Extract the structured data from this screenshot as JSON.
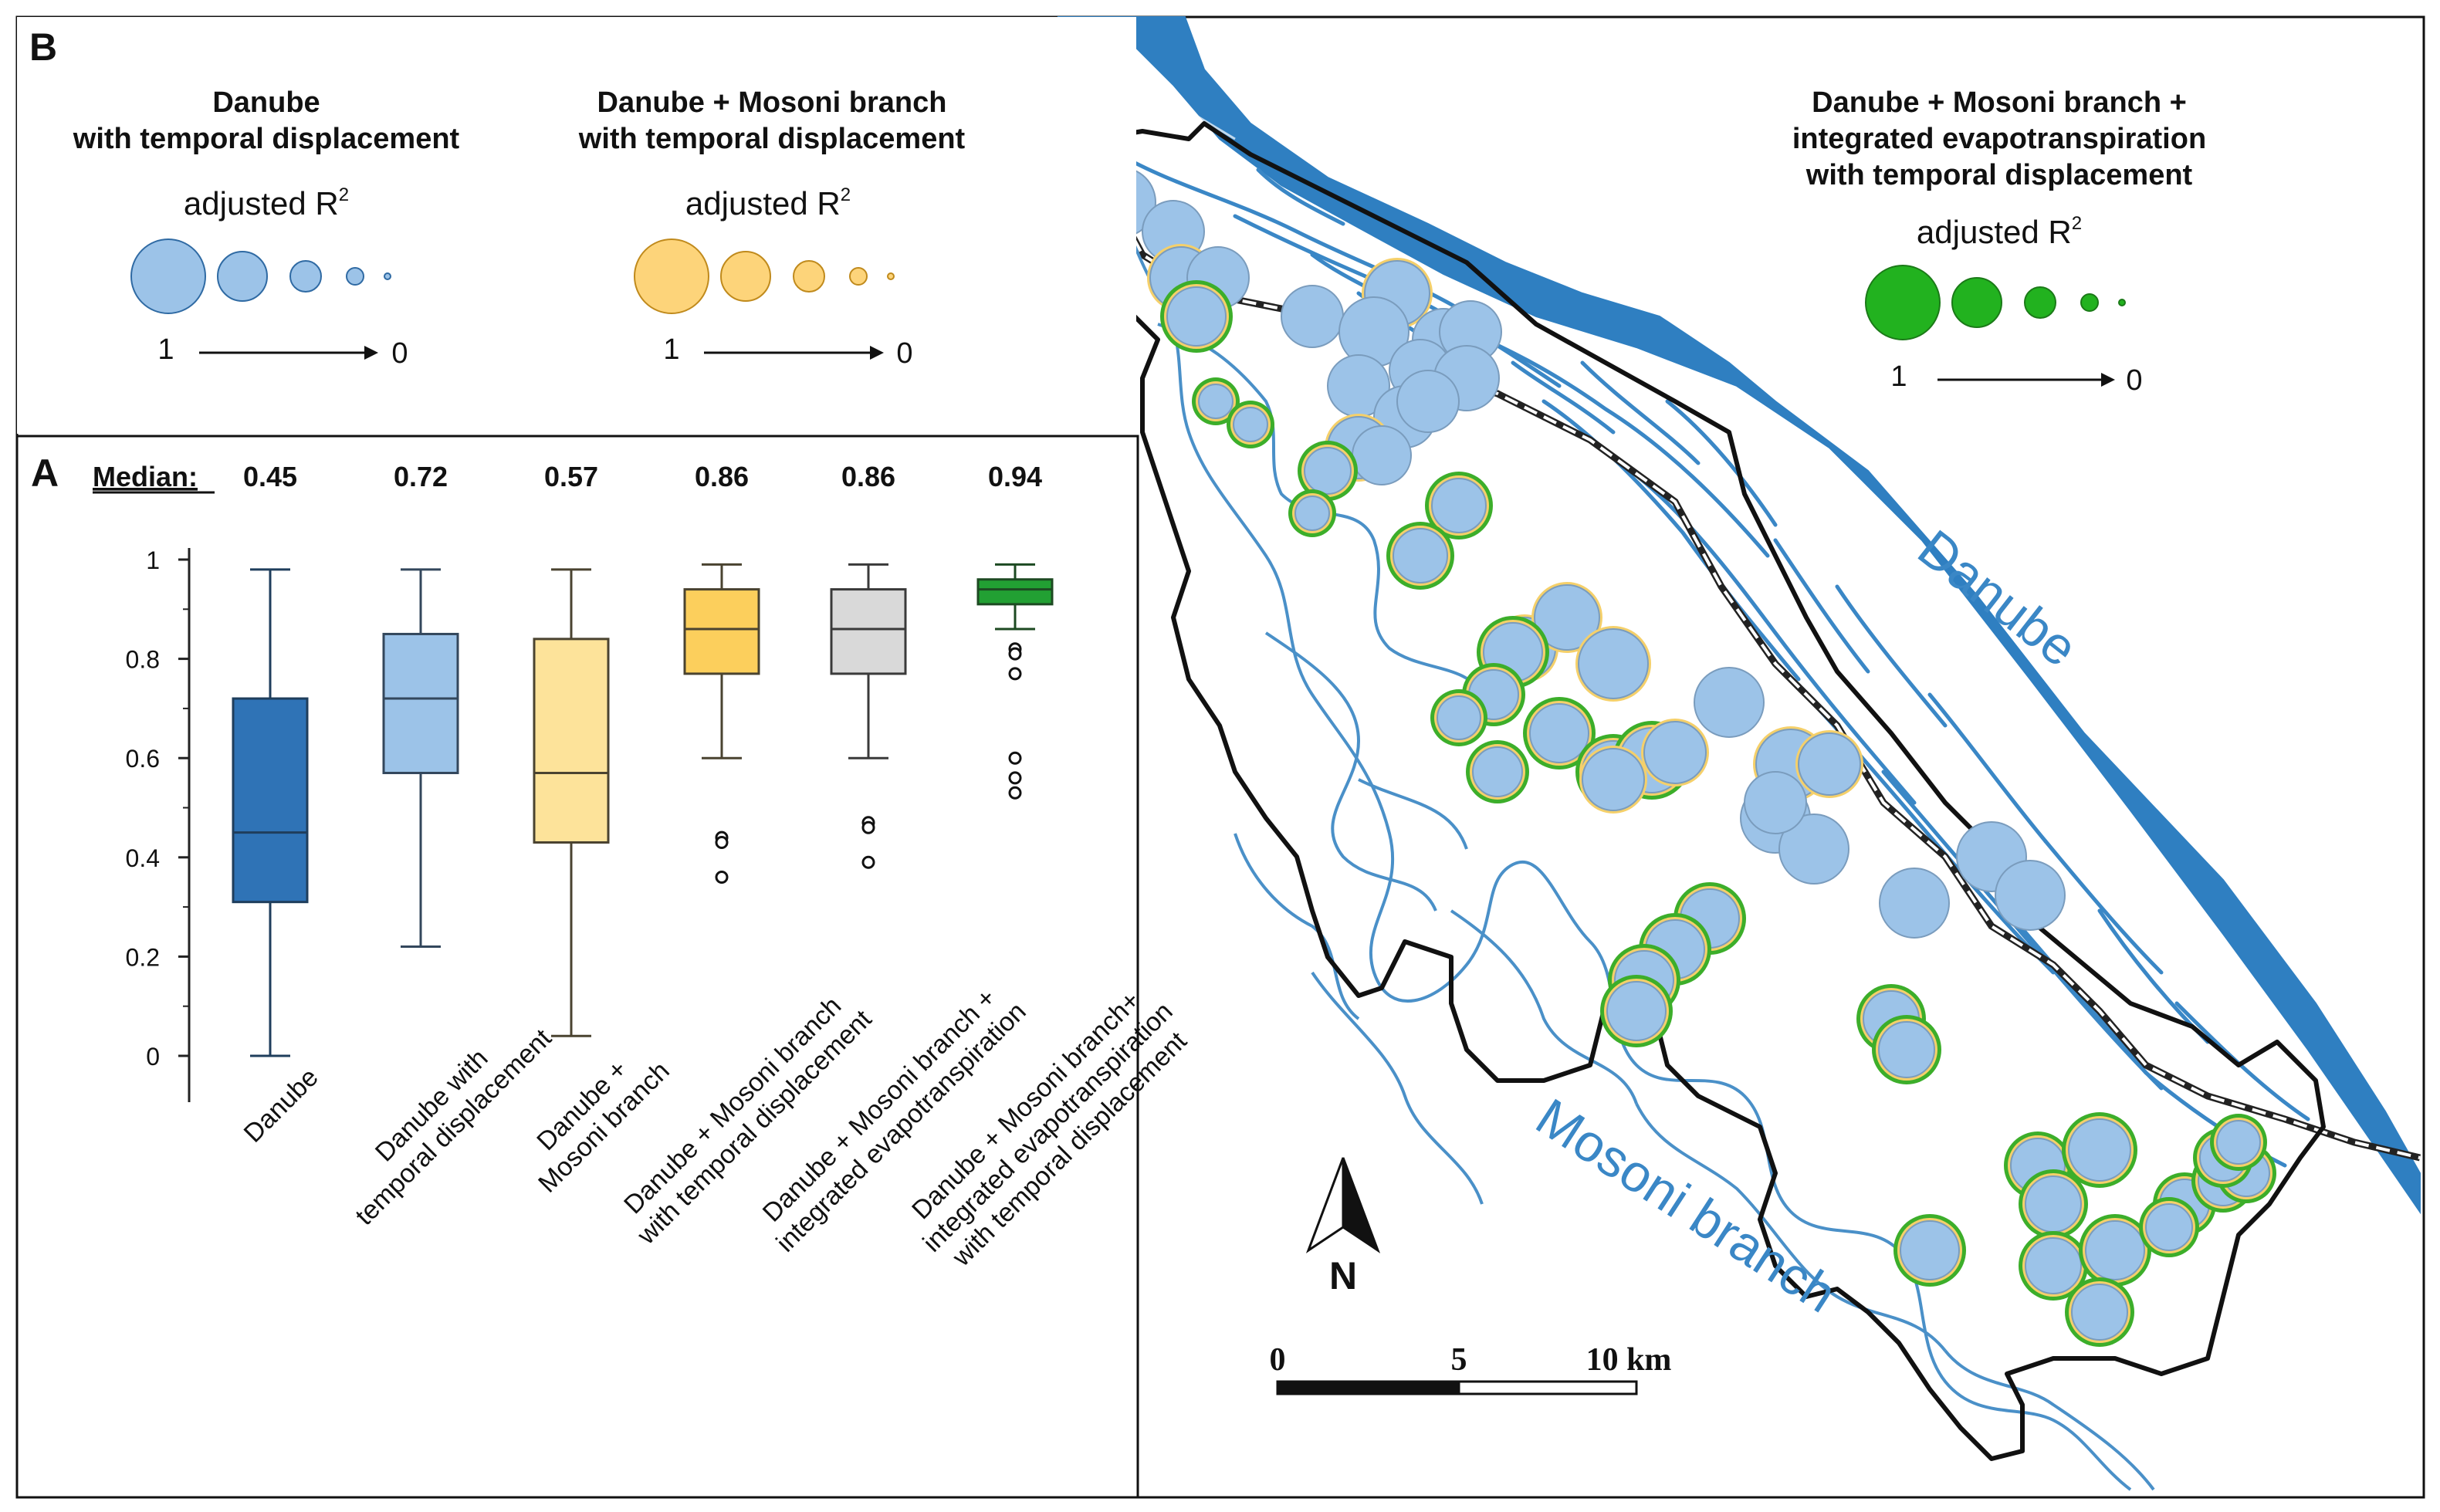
{
  "panel_b": {
    "label": "B",
    "legend_size_title": "adjusted R",
    "legend_size_sup": "2",
    "scale_from": "1",
    "scale_to": "0",
    "groups": [
      {
        "title_line1": "Danube",
        "title_line2": "with temporal displacement",
        "color": "#9cc3e8",
        "stroke": "#2f6aa3"
      },
      {
        "title_line1": "Danube + Mosoni branch",
        "title_line2": "with temporal displacement",
        "color": "#fdd47a",
        "stroke": "#c08a1c"
      },
      {
        "title_line1": "Danube + Mosoni branch +",
        "title_line2": "integrated evapotranspiration",
        "title_line3": "with temporal displacement",
        "color": "#22b21f",
        "stroke": "#1b7a18"
      }
    ]
  },
  "map": {
    "river_label_main": "Danube",
    "river_label_branch": "Mosoni branch",
    "north_label": "N",
    "scale_labels": [
      "0",
      "5",
      "10 km"
    ],
    "colors": {
      "river": "#2f7fc1",
      "river_line": "#4a90c8",
      "boundary": "#111111",
      "well_fill": "#9cc3e8",
      "well_outline_yellow": "#f5d06a",
      "well_outline_green": "#3cae2a"
    }
  },
  "chart_data": {
    "type": "box",
    "panel_label": "A",
    "median_label": "Median:",
    "ylim": [
      0,
      1
    ],
    "yticks": [
      "0",
      "0.2",
      "0.4",
      "0.6",
      "0.8",
      "1"
    ],
    "categories": [
      {
        "label": [
          "Danube"
        ],
        "median_text": "0.45",
        "whisker_low": 0.0,
        "q1": 0.31,
        "median": 0.45,
        "q3": 0.72,
        "whisker_high": 0.98,
        "outliers": [],
        "fill": "#2f73b6",
        "stroke": "#1f3e5c"
      },
      {
        "label": [
          "Danube with",
          "temporal displacement"
        ],
        "median_text": "0.72",
        "whisker_low": 0.22,
        "q1": 0.57,
        "median": 0.72,
        "q3": 0.85,
        "whisker_high": 0.98,
        "outliers": [],
        "fill": "#9cc3e8",
        "stroke": "#33475c"
      },
      {
        "label": [
          "Danube +",
          "Mosoni branch"
        ],
        "median_text": "0.57",
        "whisker_low": 0.04,
        "q1": 0.43,
        "median": 0.57,
        "q3": 0.84,
        "whisker_high": 0.98,
        "outliers": [],
        "fill": "#fde39a",
        "stroke": "#4a4330"
      },
      {
        "label": [
          "Danube + Mosoni branch",
          "with temporal displacement"
        ],
        "median_text": "0.86",
        "whisker_low": 0.6,
        "q1": 0.77,
        "median": 0.86,
        "q3": 0.94,
        "whisker_high": 0.99,
        "outliers": [
          0.44,
          0.43,
          0.36
        ],
        "fill": "#fccf5c",
        "stroke": "#4a4330"
      },
      {
        "label": [
          "Danube + Mosoni branch +",
          "integrated evapotranspiration"
        ],
        "median_text": "0.86",
        "whisker_low": 0.6,
        "q1": 0.77,
        "median": 0.86,
        "q3": 0.94,
        "whisker_high": 0.99,
        "outliers": [
          0.47,
          0.46,
          0.39
        ],
        "fill": "#d9d9d9",
        "stroke": "#3a3a3a"
      },
      {
        "label": [
          "Danube + Mosoni branch+",
          "integrated evapotranspiration",
          "with  temporal displacement"
        ],
        "median_text": "0.94",
        "whisker_low": 0.86,
        "q1": 0.91,
        "median": 0.94,
        "q3": 0.96,
        "whisker_high": 0.99,
        "outliers": [
          0.82,
          0.81,
          0.77,
          0.6,
          0.56,
          0.53
        ],
        "fill": "#22a033",
        "stroke": "#1d4a22"
      }
    ]
  }
}
